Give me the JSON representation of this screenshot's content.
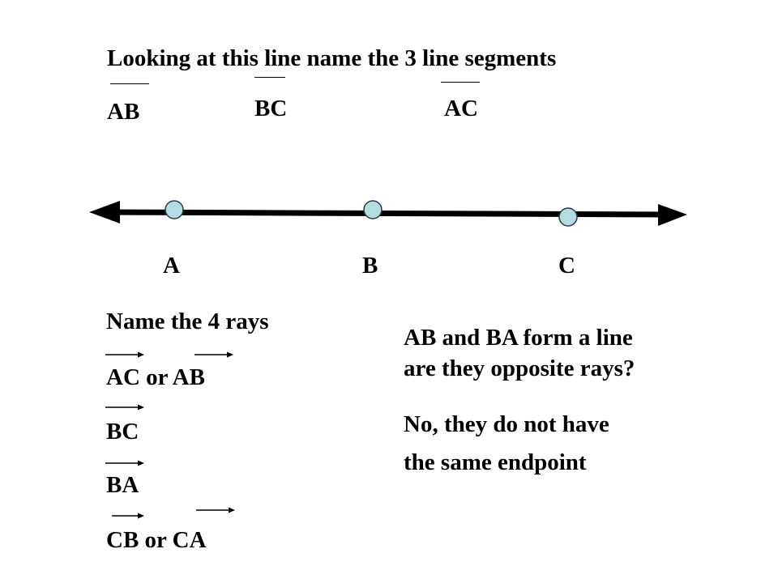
{
  "title": "Looking at this line name the 3 line segments",
  "segments": [
    "AB",
    "BC",
    "AC"
  ],
  "points": [
    "A",
    "B",
    "C"
  ],
  "rays_heading": "Name the 4 rays",
  "rays": [
    "AC or AB",
    "BC",
    "BA",
    "CB or CA"
  ],
  "question": [
    "AB and BA form a line",
    "are they opposite rays?"
  ],
  "answer": [
    "No, they do not have",
    "the same endpoint"
  ],
  "colors": {
    "line": "#000000",
    "point_fill": "#b3dde0",
    "point_stroke": "#2b3a40"
  }
}
